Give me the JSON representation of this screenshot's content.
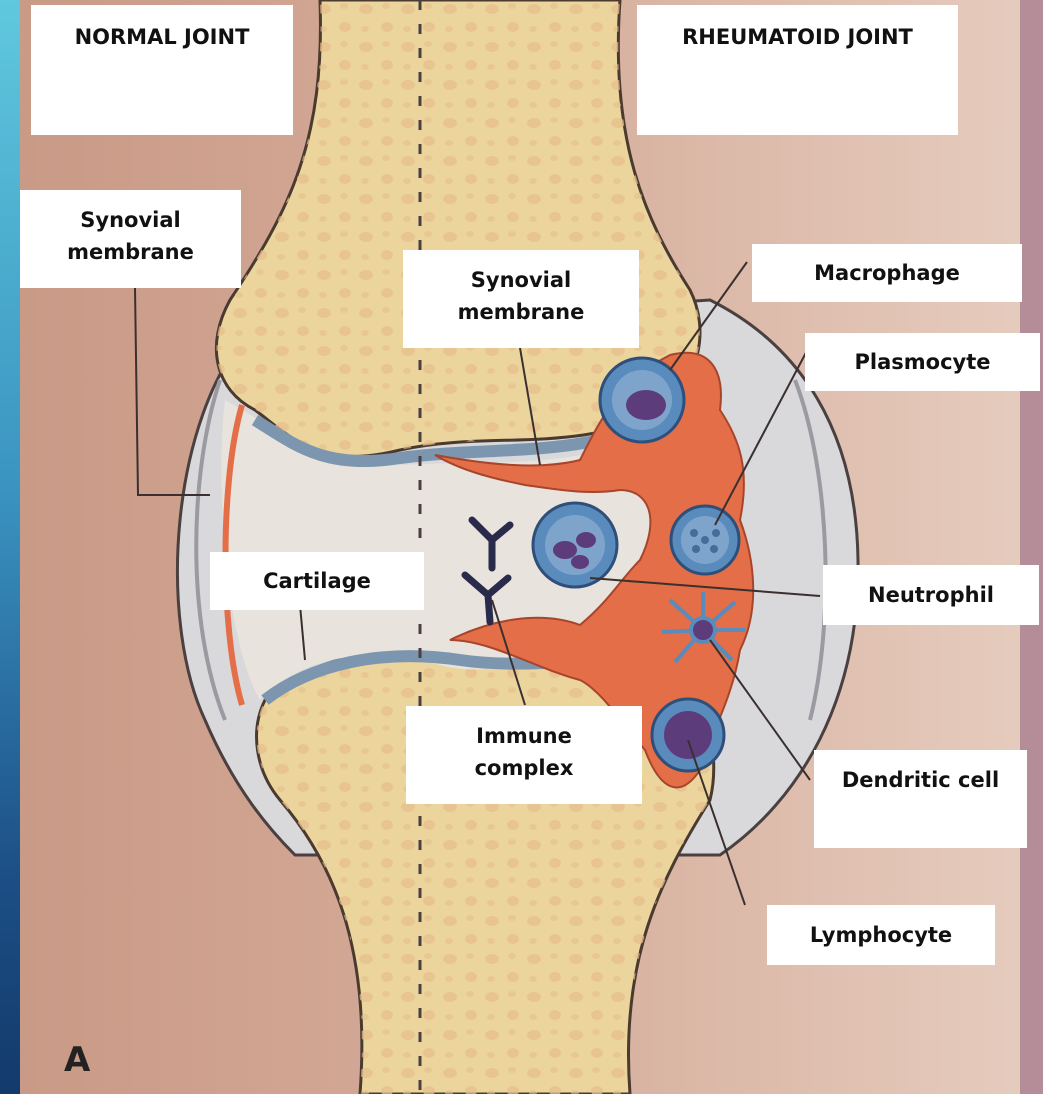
{
  "diagram": {
    "panel_letter": "A",
    "headings": {
      "left": "NORMAL JOINT",
      "right": "RHEUMATOID JOINT"
    },
    "labels": [
      {
        "key": "synovial_membrane_normal",
        "lines": [
          "Synovial",
          "membrane"
        ]
      },
      {
        "key": "synovial_membrane_ra",
        "lines": [
          "Synovial",
          "membrane"
        ]
      },
      {
        "key": "macrophage",
        "lines": [
          "Macrophage"
        ]
      },
      {
        "key": "plasmocyte",
        "lines": [
          "Plasmocyte"
        ]
      },
      {
        "key": "cartilage",
        "lines": [
          "Cartilage"
        ]
      },
      {
        "key": "neutrophil",
        "lines": [
          "Neutrophil"
        ]
      },
      {
        "key": "immune_complex",
        "lines": [
          "Immune",
          "complex"
        ]
      },
      {
        "key": "dendritic_cell",
        "lines": [
          "Dendritic cell"
        ]
      },
      {
        "key": "lymphocyte",
        "lines": [
          "Lymphocyte"
        ]
      }
    ],
    "colors": {
      "background_tissue": "#cfa090",
      "bone": "#ecd59c",
      "bone_spots": "#e6bf8c",
      "capsule": "#d8d8da",
      "joint_space": "#e7e2dc",
      "cartilage": "#7d96b0",
      "inflamed_synovium": "#e46e47",
      "cell_outer": "#5a8bbd",
      "cell_nucleus": "#5d3c7c",
      "antibody": "#2a2a4a"
    }
  }
}
